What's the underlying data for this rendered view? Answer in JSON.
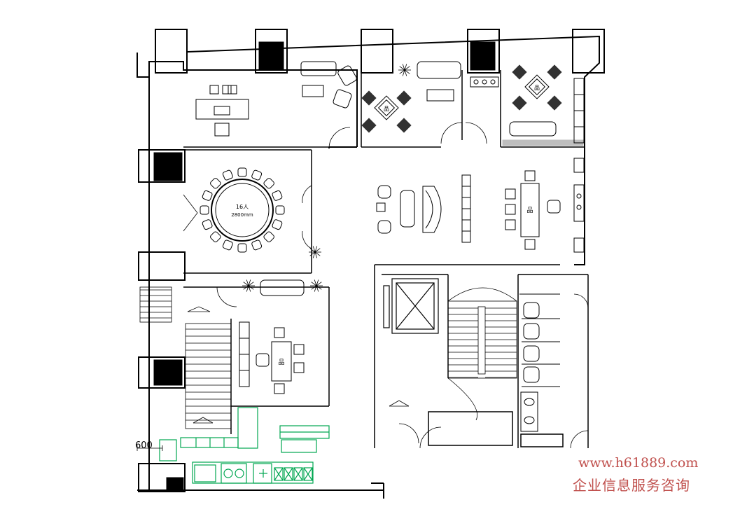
{
  "table_label": {
    "seats": "16人",
    "diameter": "2800mm"
  },
  "dimension_label": "600",
  "nameplate_text": "品",
  "watermark": {
    "url": "www.h61889.com",
    "company": "企业信息服务咨询"
  },
  "colors": {
    "line": "#000000",
    "kitchen": "#00a651",
    "watermark": "#c0504d",
    "background": "#ffffff"
  }
}
